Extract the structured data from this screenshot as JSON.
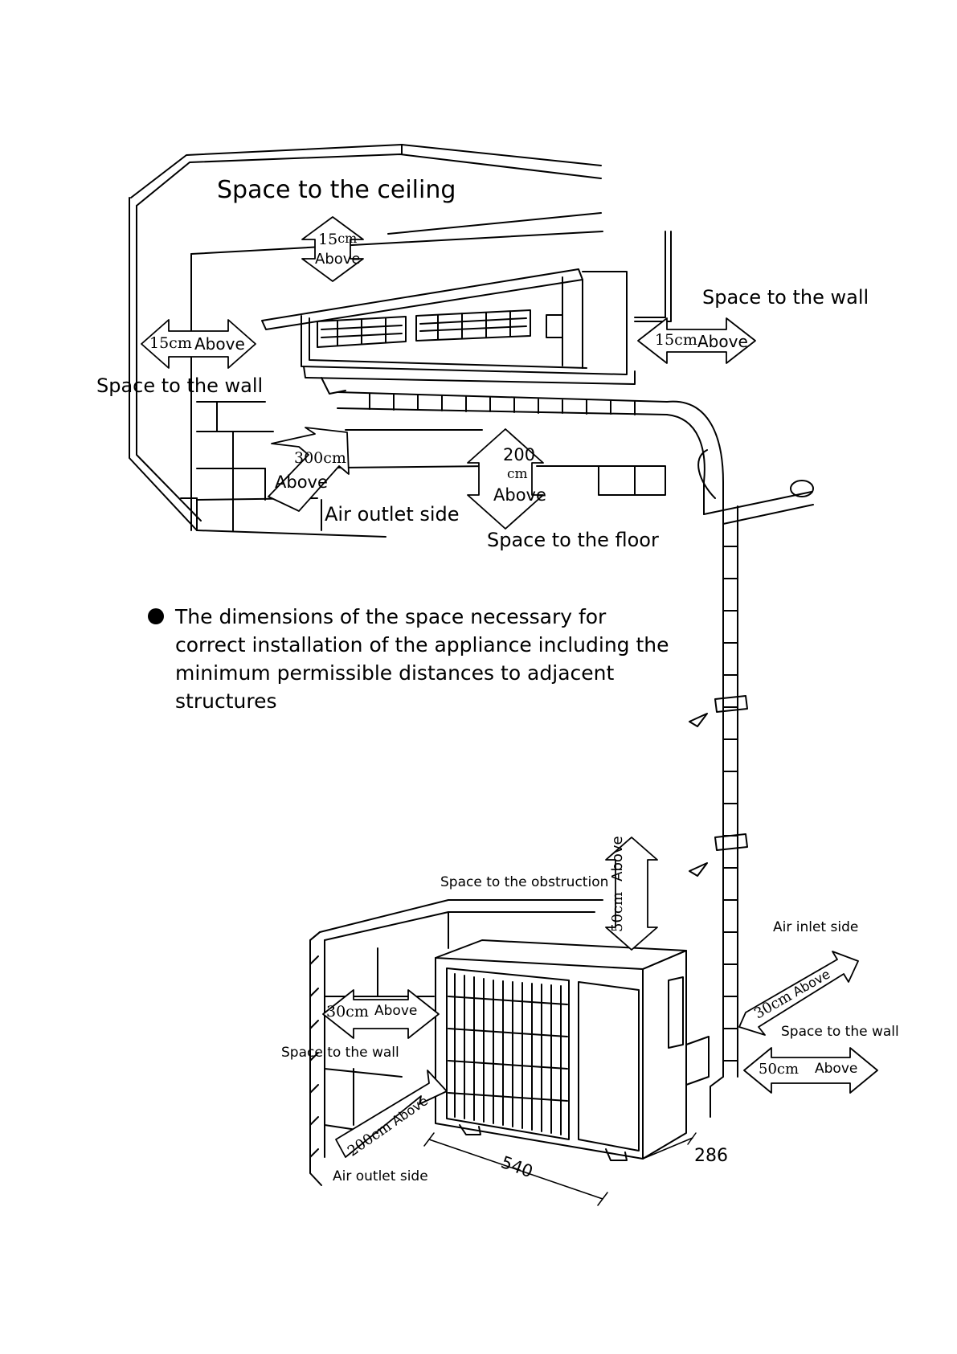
{
  "indoor": {
    "ceiling_title": "Space to the ceiling",
    "ceiling_value": "15",
    "ceiling_unit": "cm",
    "ceiling_above": "Above",
    "wall_right_title": "Space to the wall",
    "wall_right_value": "15cm",
    "wall_right_above": "Above",
    "wall_left_title": "Space to the wall",
    "wall_left_value": "15cm",
    "wall_left_above": "Above",
    "outlet_value": "300cm",
    "outlet_above": "Above",
    "outlet_title": "Air outlet side",
    "floor_value": "200",
    "floor_unit": "cm",
    "floor_above": "Above",
    "floor_title": "Space to the floor"
  },
  "note": {
    "text": "The dimensions of the space necessary for correct installation of the appliance including the minimum permissible distances to adjacent structures"
  },
  "outdoor": {
    "obstruction_title": "Space to the obstruction",
    "obstruction_value": "50cm",
    "obstruction_above": "Above",
    "inlet_title": "Air inlet side",
    "inlet_value": "30cm",
    "inlet_above": "Above",
    "wall_right_title": "Space to the wall",
    "wall_right_value": "50cm",
    "wall_right_above": "Above",
    "wall_left_value": "30cm",
    "wall_left_above": "Above",
    "wall_left_title": "Space to the wall",
    "outlet_value": "200cm",
    "outlet_above": "Above",
    "outlet_title": "Air outlet side",
    "width_dim": "540",
    "depth_dim": "286"
  }
}
